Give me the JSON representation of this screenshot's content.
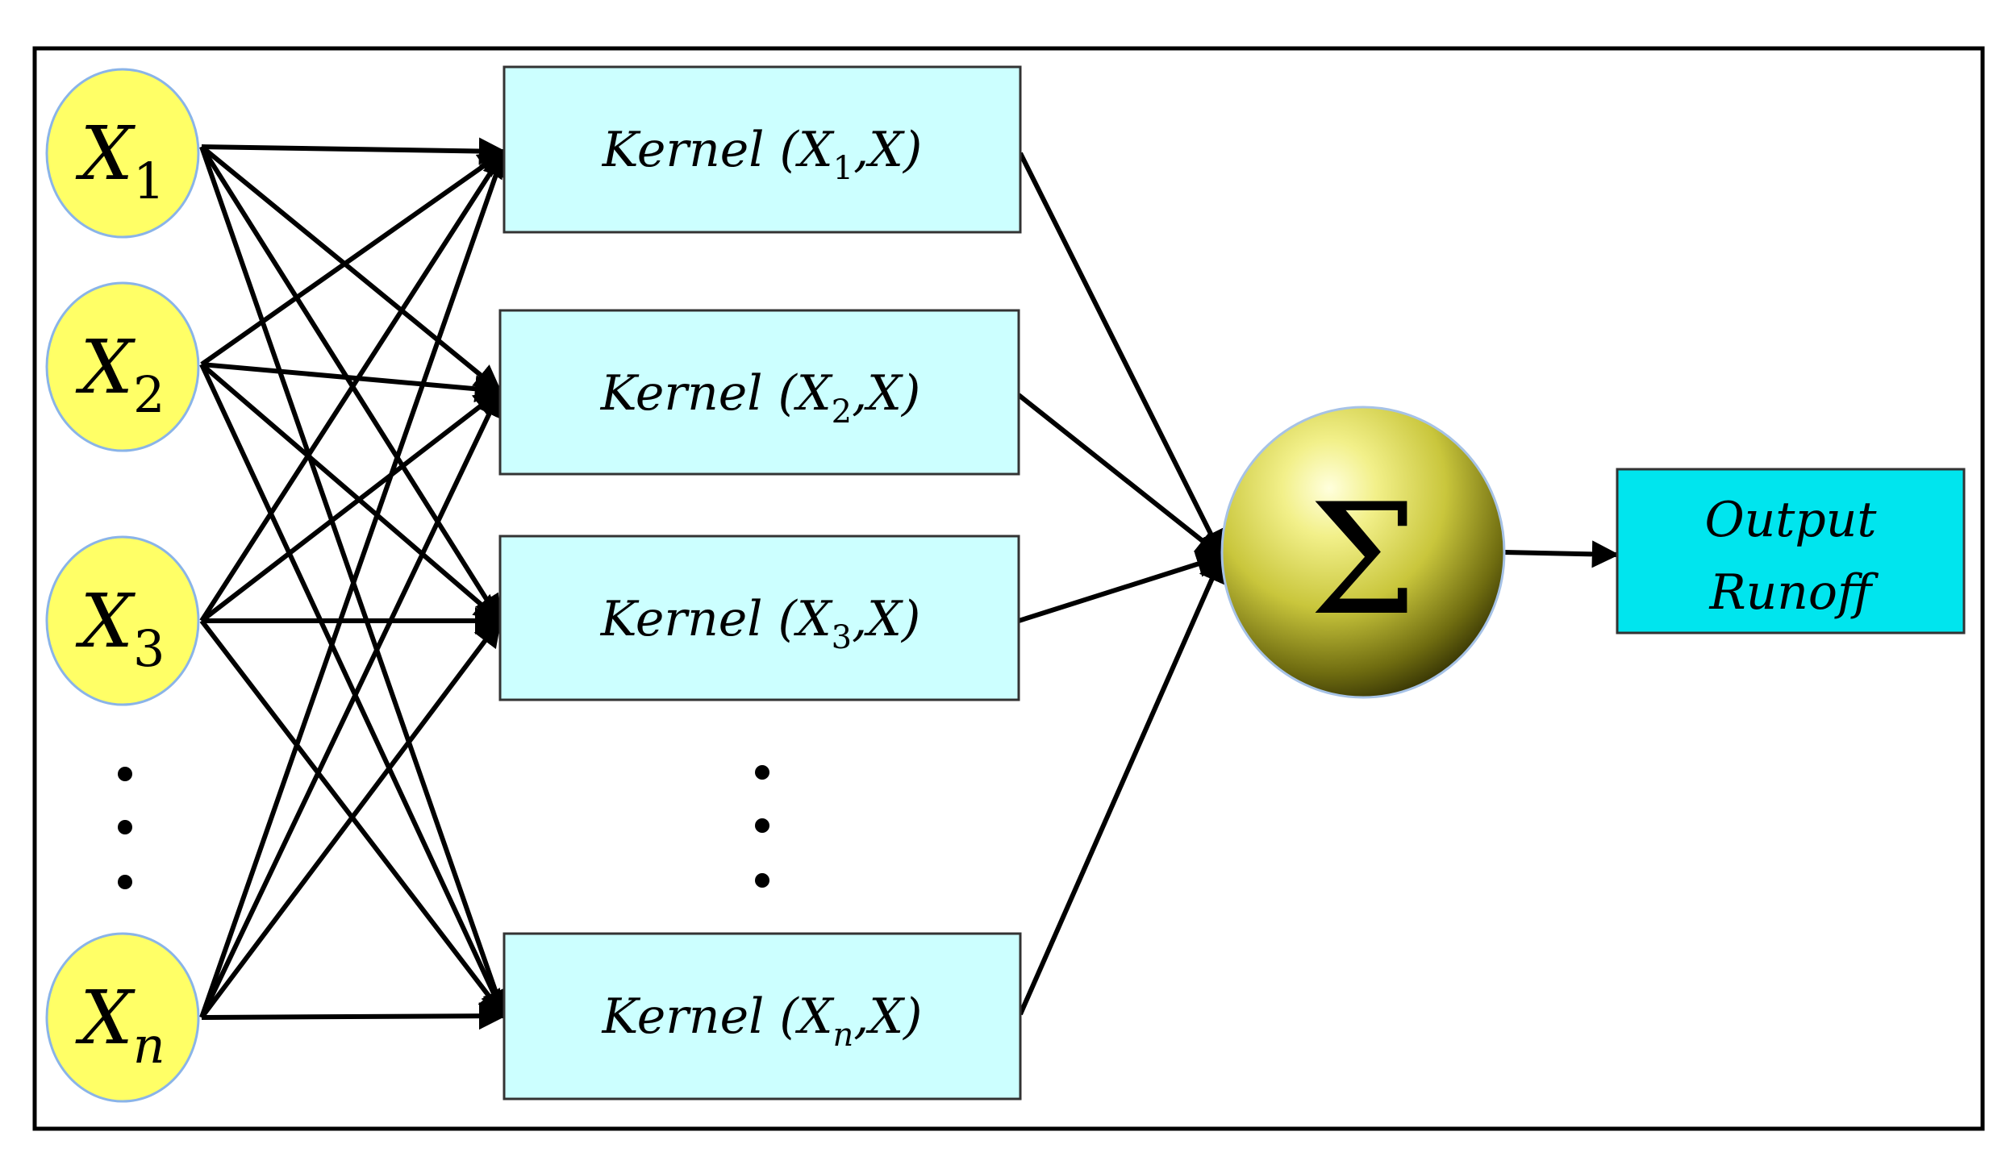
{
  "inputs": [
    {
      "id": "x1",
      "base": "X",
      "sub": "1"
    },
    {
      "id": "x2",
      "base": "X",
      "sub": "2"
    },
    {
      "id": "x3",
      "base": "X",
      "sub": "3"
    },
    {
      "id": "xn",
      "base": "X",
      "sub": "n"
    }
  ],
  "kernels": [
    {
      "id": "k1",
      "prefix": "Kernel (",
      "base": "X",
      "sub": "1",
      "suffix": ",X)"
    },
    {
      "id": "k2",
      "prefix": "Kernel (",
      "base": "X",
      "sub": "2",
      "suffix": ",X)"
    },
    {
      "id": "k3",
      "prefix": "Kernel (",
      "base": "X",
      "sub": "3",
      "suffix": ",X)"
    },
    {
      "id": "kn",
      "prefix": "Kernel (",
      "base": "X",
      "sub": "n",
      "suffix": ",X)"
    }
  ],
  "sum_node": {
    "symbol": "Σ"
  },
  "output": {
    "line1": "Output",
    "line2": "Runoff"
  },
  "colors": {
    "input_fill": "#ffff66",
    "kernel_fill": "#ccffff",
    "output_fill": "#00e5ee",
    "edge": "#000000"
  }
}
